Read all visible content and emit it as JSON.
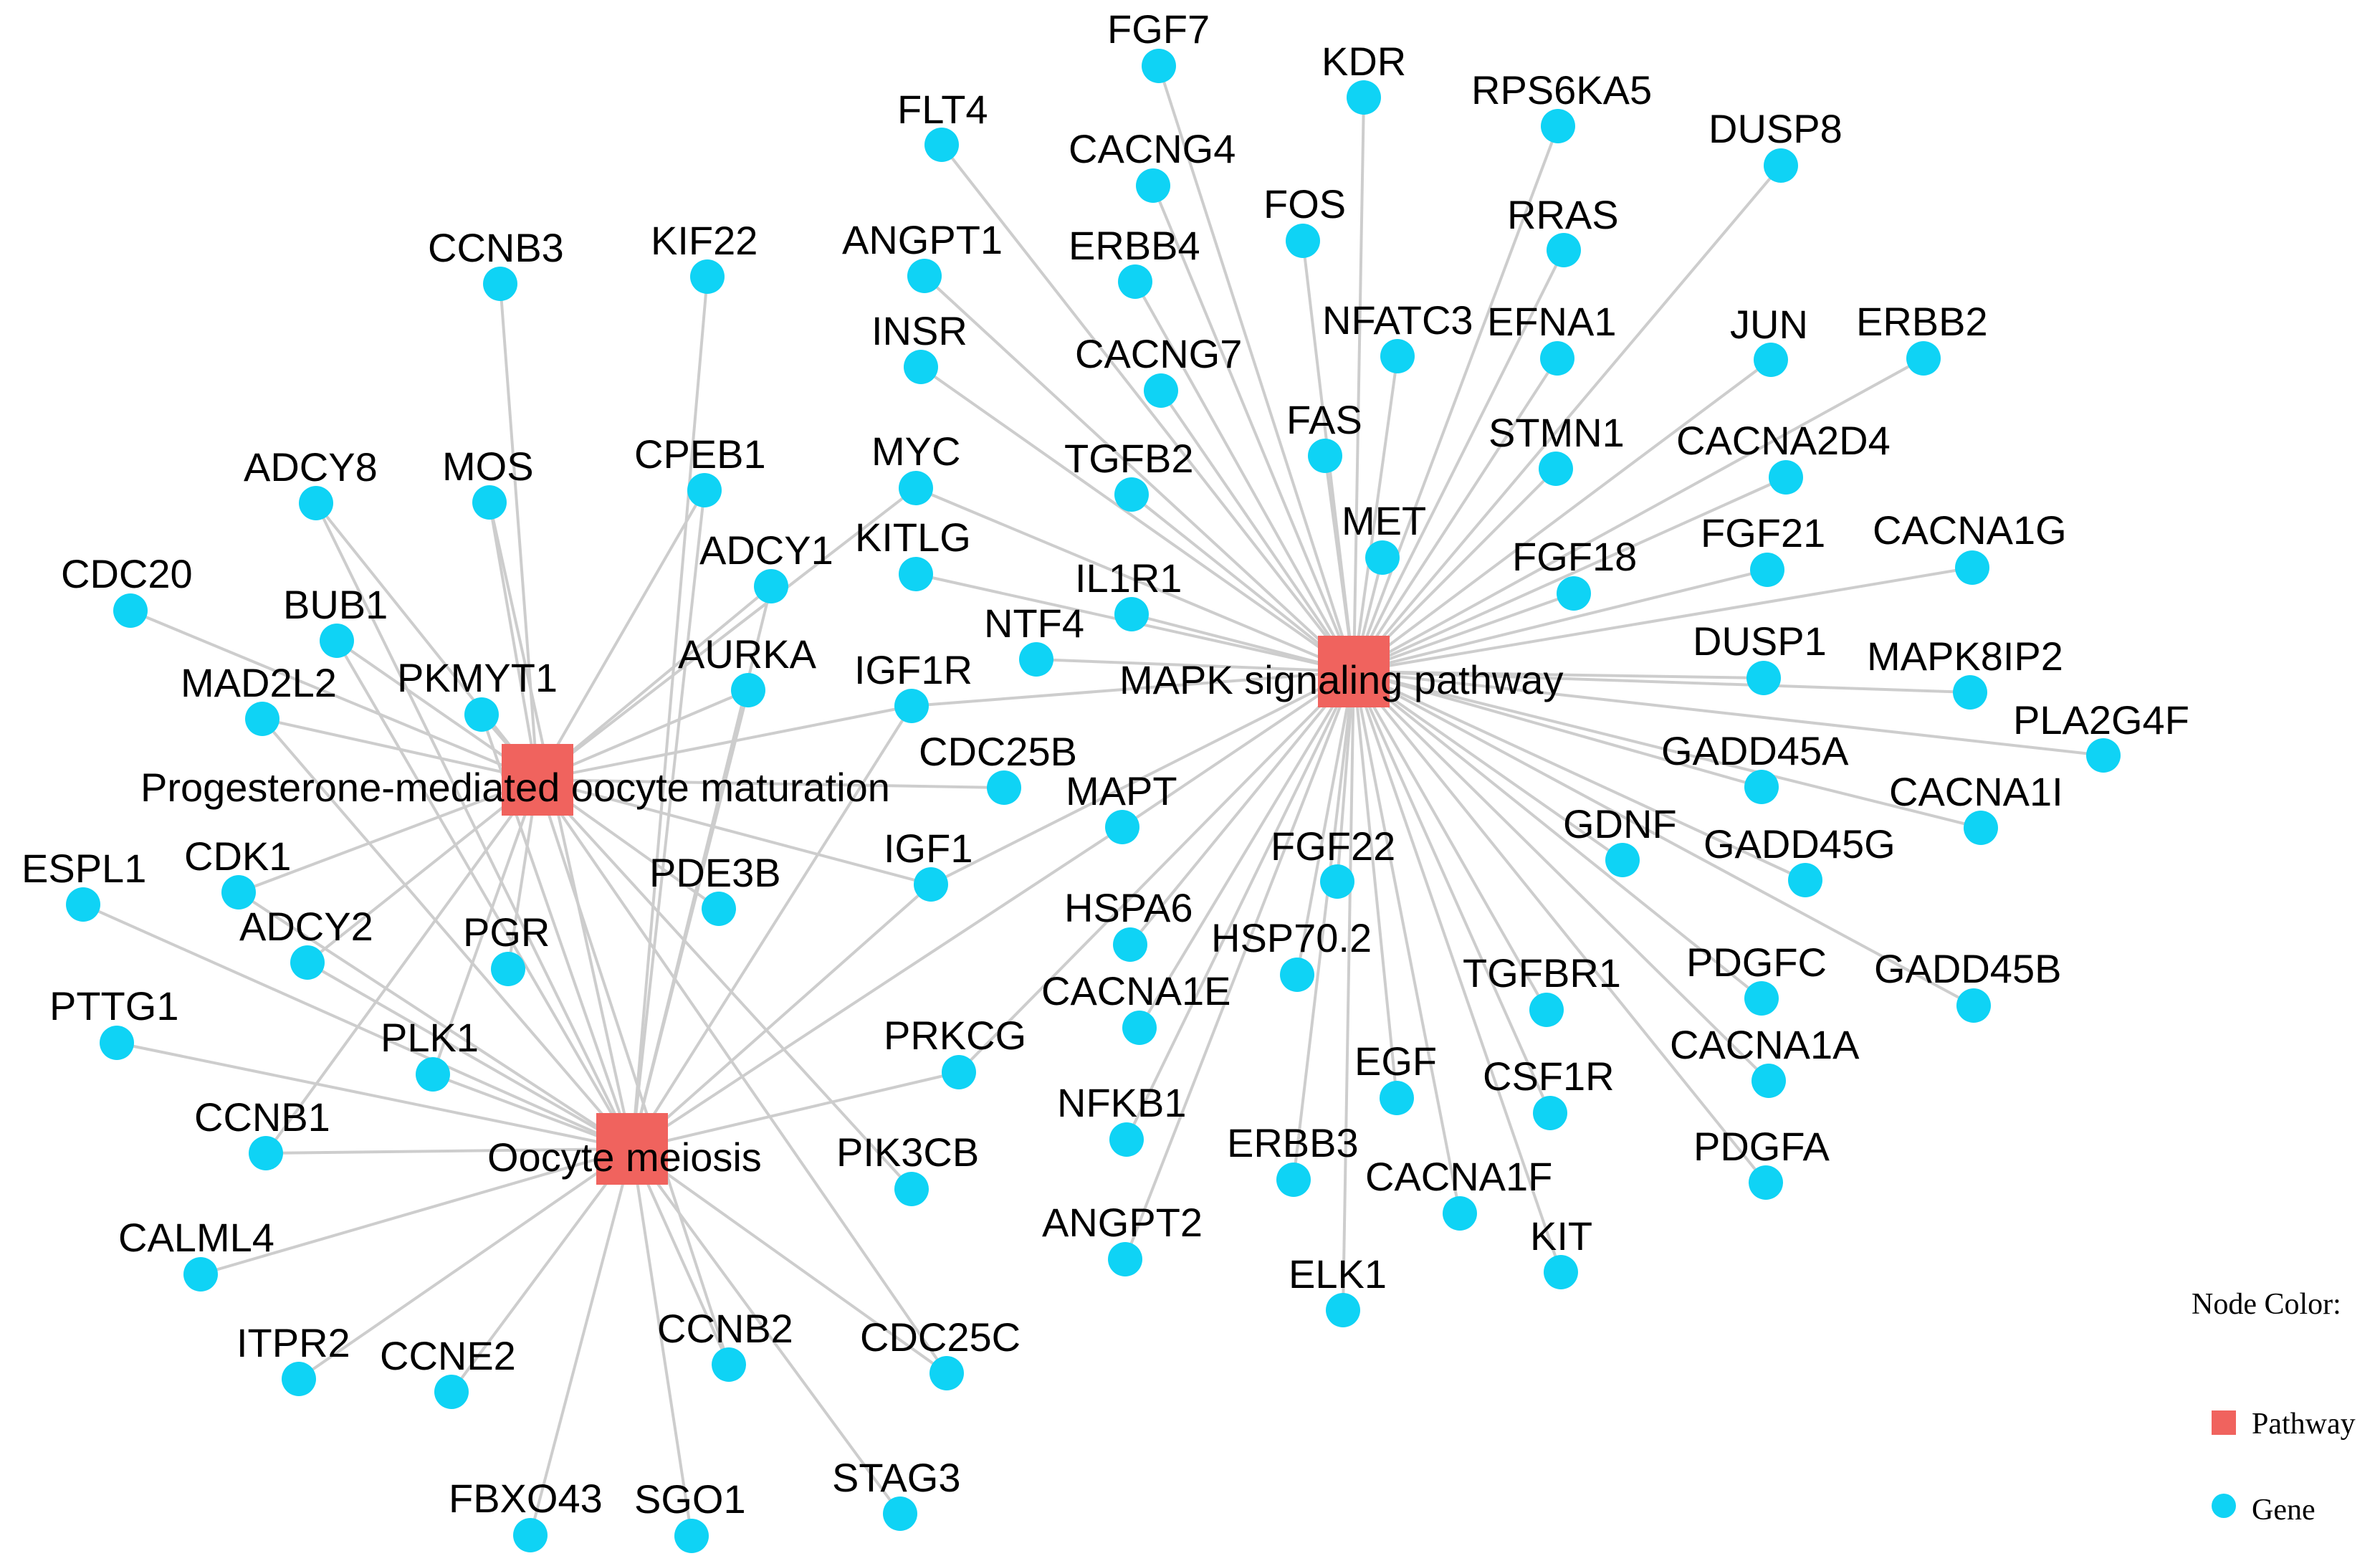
{
  "colors": {
    "pathway": "#f0635e",
    "gene": "#0fd3f5",
    "edge": "#cdcdcd"
  },
  "legend": {
    "title": "Node Color:",
    "pathway_label": "Pathway",
    "gene_label": "Gene"
  },
  "pathways": [
    {
      "id": "MAPK",
      "label": "MAPK signaling pathway"
    },
    {
      "id": "PROG",
      "label": "Progesterone-mediated oocyte maturation"
    },
    {
      "id": "OOC",
      "label": "Oocyte meiosis"
    }
  ],
  "genes": [
    {
      "label": "FGF7",
      "links": [
        "MAPK"
      ]
    },
    {
      "label": "KDR",
      "links": [
        "MAPK"
      ]
    },
    {
      "label": "RPS6KA5",
      "links": [
        "MAPK"
      ]
    },
    {
      "label": "DUSP8",
      "links": [
        "MAPK"
      ]
    },
    {
      "label": "FLT4",
      "links": [
        "MAPK"
      ]
    },
    {
      "label": "CACNG4",
      "links": [
        "MAPK"
      ]
    },
    {
      "label": "FOS",
      "links": [
        "MAPK"
      ]
    },
    {
      "label": "RRAS",
      "links": [
        "MAPK"
      ]
    },
    {
      "label": "ANGPT1",
      "links": [
        "MAPK"
      ]
    },
    {
      "label": "ERBB4",
      "links": [
        "MAPK"
      ]
    },
    {
      "label": "NFATC3",
      "links": [
        "MAPK"
      ]
    },
    {
      "label": "EFNA1",
      "links": [
        "MAPK"
      ]
    },
    {
      "label": "JUN",
      "links": [
        "MAPK"
      ]
    },
    {
      "label": "ERBB2",
      "links": [
        "MAPK"
      ]
    },
    {
      "label": "INSR",
      "links": [
        "MAPK"
      ]
    },
    {
      "label": "CACNG7",
      "links": [
        "MAPK"
      ]
    },
    {
      "label": "FAS",
      "links": [
        "MAPK"
      ]
    },
    {
      "label": "STMN1",
      "links": [
        "MAPK"
      ]
    },
    {
      "label": "CACNA2D4",
      "links": [
        "MAPK"
      ]
    },
    {
      "label": "MYC",
      "links": [
        "MAPK",
        "PROG"
      ]
    },
    {
      "label": "TGFB2",
      "links": [
        "MAPK"
      ]
    },
    {
      "label": "MET",
      "links": [
        "MAPK"
      ]
    },
    {
      "label": "KITLG",
      "links": [
        "MAPK"
      ]
    },
    {
      "label": "FGF18",
      "links": [
        "MAPK"
      ]
    },
    {
      "label": "FGF21",
      "links": [
        "MAPK"
      ]
    },
    {
      "label": "CACNA1G",
      "links": [
        "MAPK"
      ]
    },
    {
      "label": "IL1R1",
      "links": [
        "MAPK"
      ]
    },
    {
      "label": "NTF4",
      "links": [
        "MAPK"
      ]
    },
    {
      "label": "DUSP1",
      "links": [
        "MAPK"
      ]
    },
    {
      "label": "MAPK8IP2",
      "links": [
        "MAPK"
      ]
    },
    {
      "label": "PLA2G4F",
      "links": [
        "MAPK"
      ]
    },
    {
      "label": "GADD45A",
      "links": [
        "MAPK"
      ]
    },
    {
      "label": "CACNA1I",
      "links": [
        "MAPK"
      ]
    },
    {
      "label": "GDNF",
      "links": [
        "MAPK"
      ]
    },
    {
      "label": "GADD45G",
      "links": [
        "MAPK"
      ]
    },
    {
      "label": "GADD45B",
      "links": [
        "MAPK"
      ]
    },
    {
      "label": "PDGFC",
      "links": [
        "MAPK"
      ]
    },
    {
      "label": "CACNA1A",
      "links": [
        "MAPK"
      ]
    },
    {
      "label": "PDGFA",
      "links": [
        "MAPK"
      ]
    },
    {
      "label": "FGF22",
      "links": [
        "MAPK"
      ]
    },
    {
      "label": "HSP70.2",
      "links": [
        "MAPK"
      ]
    },
    {
      "label": "TGFBR1",
      "links": [
        "MAPK"
      ]
    },
    {
      "label": "EGF",
      "links": [
        "MAPK"
      ]
    },
    {
      "label": "CSF1R",
      "links": [
        "MAPK"
      ]
    },
    {
      "label": "ERBB3",
      "links": [
        "MAPK"
      ]
    },
    {
      "label": "CACNA1F",
      "links": [
        "MAPK"
      ]
    },
    {
      "label": "KIT",
      "links": [
        "MAPK"
      ]
    },
    {
      "label": "ELK1",
      "links": [
        "MAPK"
      ]
    },
    {
      "label": "HSPA6",
      "links": [
        "MAPK"
      ]
    },
    {
      "label": "CACNA1E",
      "links": [
        "MAPK"
      ]
    },
    {
      "label": "PRKCG",
      "links": [
        "MAPK",
        "OOC"
      ]
    },
    {
      "label": "NFKB1",
      "links": [
        "MAPK"
      ]
    },
    {
      "label": "ANGPT2",
      "links": [
        "MAPK"
      ]
    },
    {
      "label": "MAPT",
      "links": [
        "MAPK",
        "OOC"
      ]
    },
    {
      "label": "CDC25B",
      "links": [
        "PROG"
      ]
    },
    {
      "label": "IGF1R",
      "links": [
        "MAPK",
        "PROG",
        "OOC"
      ]
    },
    {
      "label": "IGF1",
      "links": [
        "MAPK",
        "PROG",
        "OOC"
      ]
    },
    {
      "label": "CCNB3",
      "links": [
        "PROG"
      ]
    },
    {
      "label": "KIF22",
      "links": [
        "OOC"
      ]
    },
    {
      "label": "ADCY8",
      "links": [
        "PROG",
        "OOC"
      ]
    },
    {
      "label": "MOS",
      "links": [
        "PROG",
        "OOC"
      ]
    },
    {
      "label": "CPEB1",
      "links": [
        "PROG",
        "OOC"
      ]
    },
    {
      "label": "CDC20",
      "links": [
        "PROG"
      ]
    },
    {
      "label": "ADCY1",
      "links": [
        "PROG",
        "OOC"
      ]
    },
    {
      "label": "BUB1",
      "links": [
        "PROG",
        "OOC"
      ]
    },
    {
      "label": "PKMYT1",
      "links": [
        "PROG",
        "OOC"
      ]
    },
    {
      "label": "AURKA",
      "links": [
        "PROG",
        "OOC"
      ]
    },
    {
      "label": "MAD2L2",
      "links": [
        "PROG",
        "OOC"
      ]
    },
    {
      "label": "ESPL1",
      "links": [
        "OOC"
      ]
    },
    {
      "label": "CDK1",
      "links": [
        "PROG",
        "OOC"
      ]
    },
    {
      "label": "PDE3B",
      "links": [
        "PROG"
      ]
    },
    {
      "label": "ADCY2",
      "links": [
        "PROG",
        "OOC"
      ]
    },
    {
      "label": "PGR",
      "links": [
        "PROG"
      ]
    },
    {
      "label": "PTTG1",
      "links": [
        "OOC"
      ]
    },
    {
      "label": "PLK1",
      "links": [
        "PROG",
        "OOC"
      ]
    },
    {
      "label": "CCNB1",
      "links": [
        "PROG",
        "OOC"
      ]
    },
    {
      "label": "PIK3CB",
      "links": [
        "PROG"
      ]
    },
    {
      "label": "CALML4",
      "links": [
        "OOC"
      ]
    },
    {
      "label": "ITPR2",
      "links": [
        "OOC"
      ]
    },
    {
      "label": "CCNE2",
      "links": [
        "OOC"
      ]
    },
    {
      "label": "CCNB2",
      "links": [
        "PROG",
        "OOC"
      ]
    },
    {
      "label": "CDC25C",
      "links": [
        "PROG",
        "OOC"
      ]
    },
    {
      "label": "FBXO43",
      "links": [
        "OOC"
      ]
    },
    {
      "label": "SGO1",
      "links": [
        "OOC"
      ]
    },
    {
      "label": "STAG3",
      "links": [
        "OOC"
      ]
    }
  ]
}
